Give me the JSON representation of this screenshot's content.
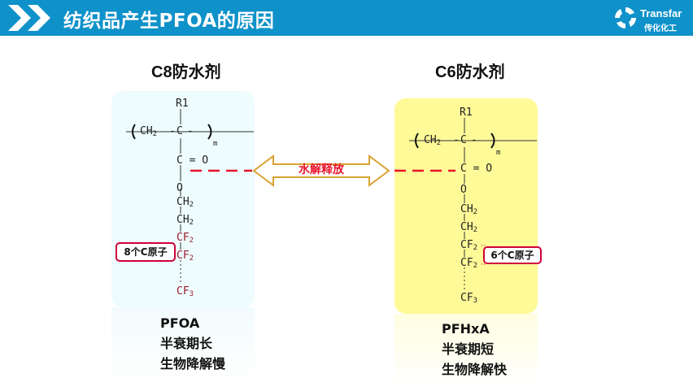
{
  "slide": {
    "title": "纺织品产生PFOA的原因",
    "logo": {
      "name": "Transfar",
      "cn": "传化化工"
    }
  },
  "left": {
    "title": "C8防水剂",
    "formula": {
      "r1": "R1",
      "ch2": "CH2",
      "c": "C",
      "m": "m",
      "co": "C = O",
      "o": "O",
      "chain": [
        "CH2",
        "CH2",
        "CF2",
        "CF2",
        "CF3"
      ]
    },
    "callout": "8个C原子",
    "info": [
      "PFOA",
      "半衰期长",
      "生物降解慢"
    ]
  },
  "right": {
    "title": "C6防水剂",
    "formula": {
      "r1": "R1",
      "ch2": "CH2",
      "c": "C",
      "m": "m",
      "co": "C = O",
      "o": "O",
      "chain": [
        "CH2",
        "CH2",
        "CF2",
        "CF2",
        "CF3"
      ]
    },
    "callout": "6个C原子",
    "info": [
      "PFHxA",
      "半衰期短",
      "生物降解快"
    ]
  },
  "arrow": {
    "label": "水解释放",
    "color": "#e8132b"
  },
  "colors": {
    "header": "#0f91c9",
    "c8_panel": "#eefcfe",
    "c6_panel": "#fefa98",
    "fluorine": "#9b1b2c"
  }
}
